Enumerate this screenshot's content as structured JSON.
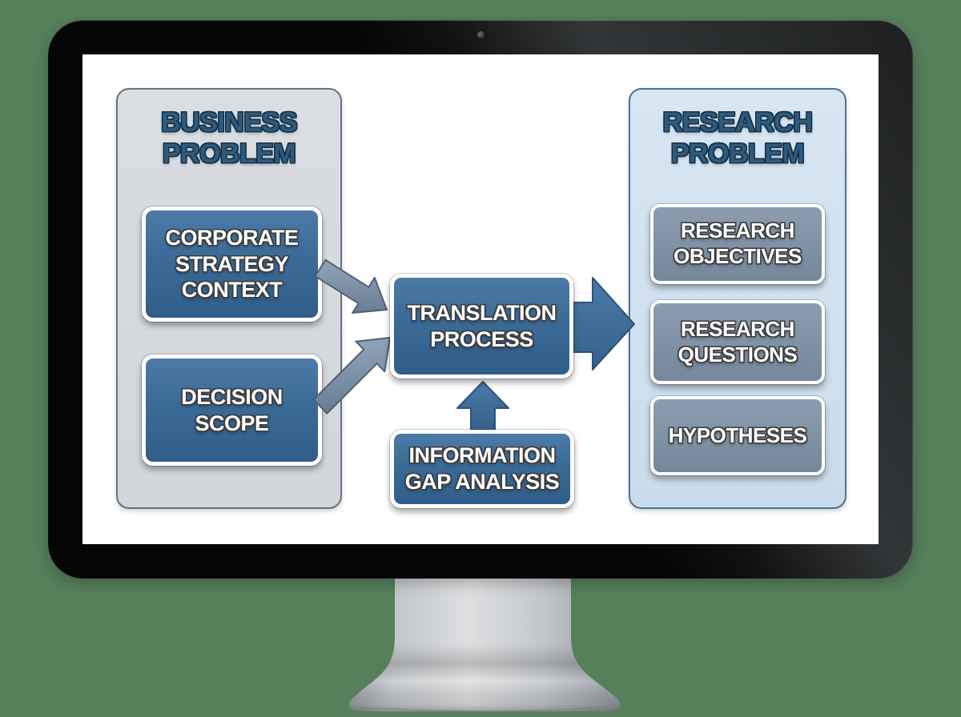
{
  "colors": {
    "background": "#55805a",
    "bezel": "#0a0a0a",
    "screen": "#ffffff",
    "left_panel_fill": "#d6dadd",
    "right_panel_fill": "#d2e2f0",
    "dark_box_fill": "#3a6a96",
    "slate_box_fill": "#8093a6",
    "title_text": "#2e5a7d",
    "box_text": "#ffffff",
    "arrow_gray": "#7d93aa",
    "arrow_blue": "#3f72a3",
    "stand_silver": "#c7cacd"
  },
  "diagram": {
    "left_panel": {
      "title": "BUSINESS PROBLEM",
      "boxes": [
        {
          "label": "CORPORATE STRATEGY CONTEXT"
        },
        {
          "label": "DECISION SCOPE"
        }
      ]
    },
    "center": {
      "translation_label": "TRANSLATION PROCESS",
      "info_gap_label": "INFORMATION GAP ANALYSIS"
    },
    "right_panel": {
      "title": "RESEARCH PROBLEM",
      "boxes": [
        {
          "label": "RESEARCH OBJECTIVES"
        },
        {
          "label": "RESEARCH QUESTIONS"
        },
        {
          "label": "HYPOTHESES"
        }
      ]
    }
  }
}
